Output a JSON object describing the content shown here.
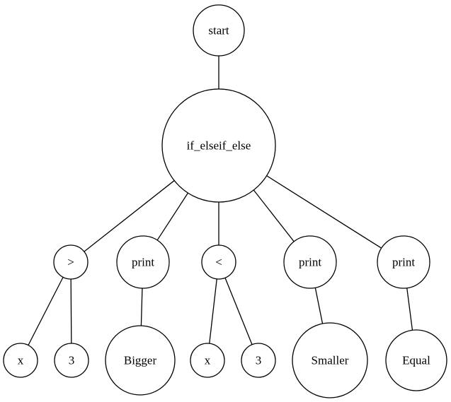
{
  "tree": {
    "nodes": [
      {
        "id": "start",
        "label": "start"
      },
      {
        "id": "if",
        "label": "if_elseif_else"
      },
      {
        "id": "gt",
        "label": ">"
      },
      {
        "id": "print1",
        "label": "print"
      },
      {
        "id": "lt",
        "label": "<"
      },
      {
        "id": "print2",
        "label": "print"
      },
      {
        "id": "print3",
        "label": "print"
      },
      {
        "id": "x1",
        "label": "x"
      },
      {
        "id": "three1",
        "label": "3"
      },
      {
        "id": "bigger",
        "label": "Bigger"
      },
      {
        "id": "x2",
        "label": "x"
      },
      {
        "id": "three2",
        "label": "3"
      },
      {
        "id": "smaller",
        "label": "Smaller"
      },
      {
        "id": "equal",
        "label": "Equal"
      }
    ],
    "edges": [
      [
        "start",
        "if"
      ],
      [
        "if",
        "gt"
      ],
      [
        "if",
        "print1"
      ],
      [
        "if",
        "lt"
      ],
      [
        "if",
        "print2"
      ],
      [
        "if",
        "print3"
      ],
      [
        "gt",
        "x1"
      ],
      [
        "gt",
        "three1"
      ],
      [
        "print1",
        "bigger"
      ],
      [
        "lt",
        "x2"
      ],
      [
        "lt",
        "three2"
      ],
      [
        "print2",
        "smaller"
      ],
      [
        "print3",
        "equal"
      ]
    ]
  }
}
